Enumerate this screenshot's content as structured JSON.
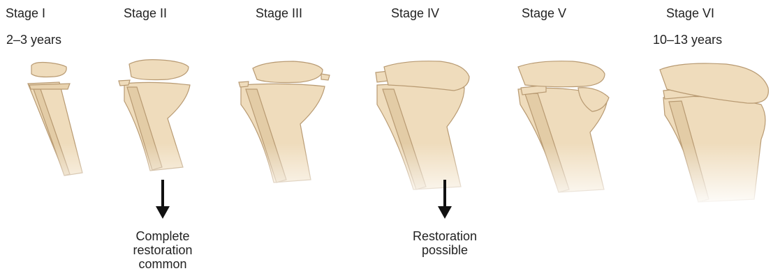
{
  "stages": [
    {
      "label": "Stage I"
    },
    {
      "label": "Stage II"
    },
    {
      "label": "Stage III"
    },
    {
      "label": "Stage IV"
    },
    {
      "label": "Stage V"
    },
    {
      "label": "Stage VI"
    }
  ],
  "ages": {
    "first": "2–3 years",
    "last": "10–13 years"
  },
  "annotations": {
    "stage2": "Complete\nrestoration\ncommon",
    "stage4": "Restoration\npossible"
  },
  "colors": {
    "bone": "#efdcbc",
    "bone_shade": "#d9bf98",
    "outline": "#b89a72",
    "arrow": "#111111"
  }
}
